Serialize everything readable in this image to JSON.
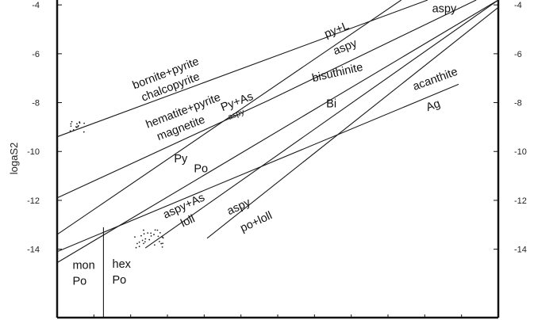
{
  "chart_data": {
    "type": "line",
    "ylabel": "logaS2",
    "xlabel": "",
    "ylim": [
      -16.8,
      -3.8
    ],
    "yticks": [
      -4,
      -6,
      -8,
      -10,
      -12,
      -14
    ],
    "grid": false,
    "colors": {
      "line": "#1a1a1a",
      "frame": "#111111",
      "text": "#111111"
    },
    "boundaries": [
      {
        "name": "bornite+pyrite / chalcopyrite",
        "x": [
          0.0,
          0.84
        ],
        "y": [
          -9.4,
          -3.8
        ]
      },
      {
        "name": "hematite+pyrite / magnetite",
        "x": [
          0.0,
          0.48,
          0.95
        ],
        "y": [
          -11.9,
          -7.9,
          -3.8
        ]
      },
      {
        "name": "magnetite / Po",
        "x": [
          0.0,
          0.78
        ],
        "y": [
          -13.4,
          -3.8
        ]
      },
      {
        "name": "Py+As / aspy",
        "x": [
          0.0,
          1.0
        ],
        "y": [
          -14.55,
          -3.8
        ]
      },
      {
        "name": "bisuthinite / Bi",
        "x": [
          0.2,
          1.0
        ],
        "y": [
          -13.95,
          -3.8
        ]
      },
      {
        "name": "aspy / po+loll",
        "x": [
          0.34,
          1.0
        ],
        "y": [
          -13.55,
          -4.1
        ]
      },
      {
        "name": "acanthite / Ag",
        "x": [
          0.0,
          0.91
        ],
        "y": [
          -14.1,
          -7.25
        ]
      },
      {
        "name": "hex Po / mon Po",
        "x": [
          0.105,
          0.105
        ],
        "y": [
          -13.1,
          -16.8
        ]
      }
    ],
    "labels": [
      {
        "text": "bornite+pyrite",
        "x": 0.175,
        "y": -7.45,
        "angle": -21
      },
      {
        "text": "chalcopyrite",
        "x": 0.195,
        "y": -7.95,
        "angle": -21
      },
      {
        "text": "hematite+pyrite",
        "x": 0.205,
        "y": -9.05,
        "angle": -21
      },
      {
        "text": "magnetite",
        "x": 0.23,
        "y": -9.55,
        "angle": -21
      },
      {
        "text": "Py+As",
        "x": 0.375,
        "y": -8.35,
        "angle": -21
      },
      {
        "text": "aspy",
        "x": 0.39,
        "y": -8.7,
        "angle": -21,
        "small": true
      },
      {
        "text": "py+L",
        "x": 0.61,
        "y": -5.35,
        "angle": -22
      },
      {
        "text": "aspy",
        "x": 0.63,
        "y": -6.05,
        "angle": -22
      },
      {
        "text": "aspy",
        "x": 0.85,
        "y": -4.3,
        "angle": 0
      },
      {
        "text": "bisuthinite",
        "x": 0.58,
        "y": -7.15,
        "angle": -13
      },
      {
        "text": "Bi",
        "x": 0.61,
        "y": -8.2,
        "angle": 0
      },
      {
        "text": "acanthite",
        "x": 0.81,
        "y": -7.5,
        "angle": -20
      },
      {
        "text": "Ag",
        "x": 0.84,
        "y": -8.35,
        "angle": -20
      },
      {
        "text": "Py",
        "x": 0.265,
        "y": -10.45,
        "angle": 0
      },
      {
        "text": "Po",
        "x": 0.31,
        "y": -10.85,
        "angle": 0
      },
      {
        "text": "aspy+As",
        "x": 0.245,
        "y": -12.75,
        "angle": -25
      },
      {
        "text": "loll",
        "x": 0.285,
        "y": -13.1,
        "angle": -25
      },
      {
        "text": "aspy",
        "x": 0.39,
        "y": -12.6,
        "angle": -25
      },
      {
        "text": "po+loll",
        "x": 0.42,
        "y": -13.3,
        "angle": -25
      },
      {
        "text": "mon",
        "x": 0.035,
        "y": -14.8,
        "angle": 0
      },
      {
        "text": "Po",
        "x": 0.035,
        "y": -15.45,
        "angle": 0
      },
      {
        "text": "hex",
        "x": 0.125,
        "y": -14.75,
        "angle": 0
      },
      {
        "text": "Po",
        "x": 0.125,
        "y": -15.4,
        "angle": 0
      }
    ]
  }
}
